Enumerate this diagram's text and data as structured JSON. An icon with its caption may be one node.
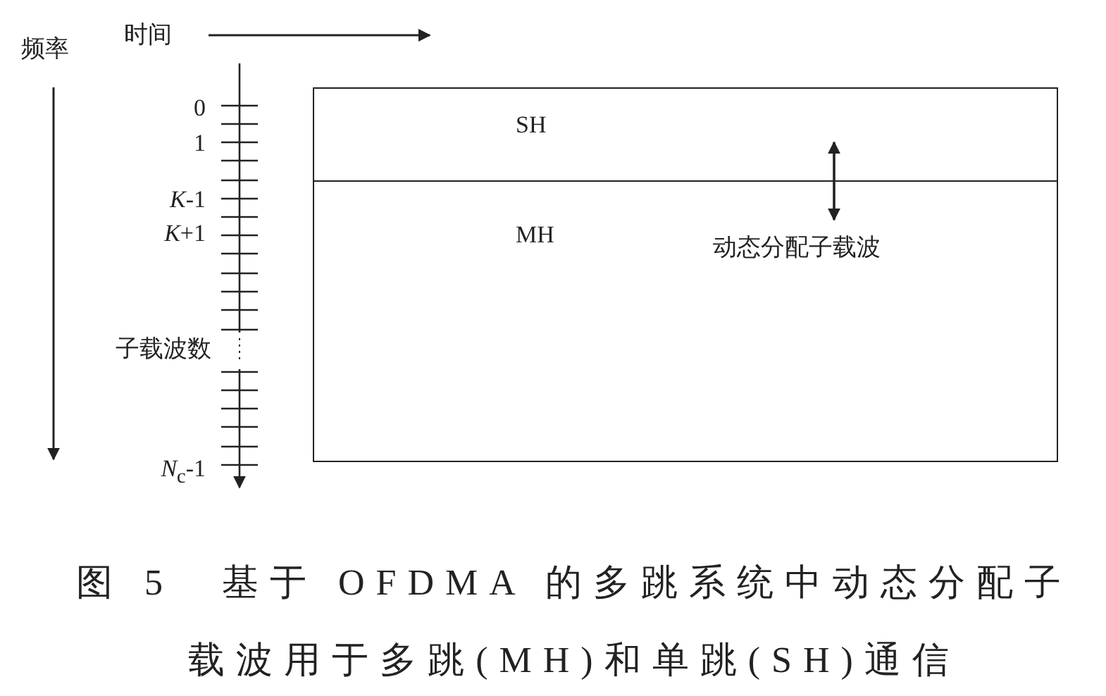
{
  "diagram": {
    "caption": "图 5　基于 OFDMA 的多跳系统中动态分配子载波用于多跳(MH)和单跳(SH)通信",
    "nodes": [
      {
        "text": [
          "SH"
        ]
      },
      {
        "text": [
          "MH"
        ]
      }
    ],
    "edges": [
      {
        "from": 0,
        "to": 1,
        "arrow": "both"
      }
    ],
    "labels": [
      "频率",
      "时间",
      "0",
      "1",
      "*K*-1",
      "*K*+1",
      "子载波数",
      "*N*$_{c}$-1",
      "动态分配子载波"
    ]
  }
}
